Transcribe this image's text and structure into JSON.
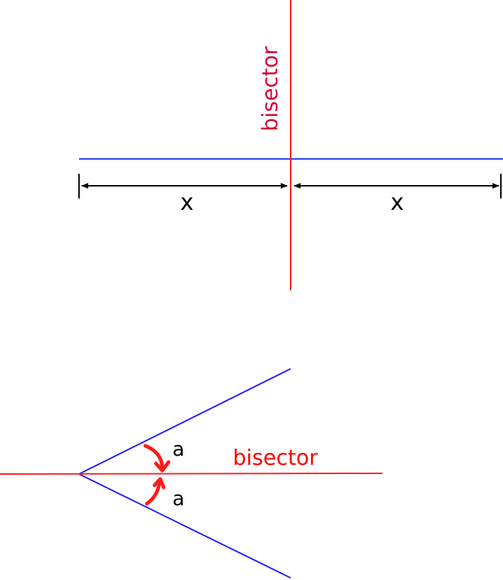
{
  "colors": {
    "blue_line": "#1a1aff",
    "red_line": "#ff1a1a",
    "crimson_text": "#d6003a",
    "red_text": "#ff0000",
    "black": "#000000"
  },
  "top_diagram": {
    "bisector_label": "bisector",
    "segment_left_label": "x",
    "segment_right_label": "x"
  },
  "bottom_diagram": {
    "bisector_label": "bisector",
    "angle_top_label": "a",
    "angle_bottom_label": "a"
  }
}
